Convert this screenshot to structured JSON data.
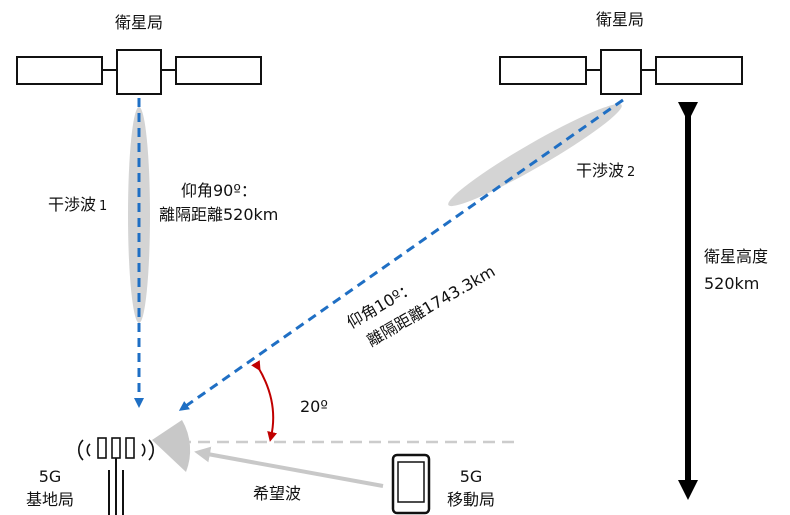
{
  "satellite_left": {
    "label": "衛星局"
  },
  "satellite_right": {
    "label": "衛星局"
  },
  "interference_1": {
    "label": "干渉波",
    "index": "1",
    "angle_line1": "仰角90º：",
    "angle_line2": "離隔距離520km"
  },
  "interference_2": {
    "label": "干渉波",
    "index": "2",
    "angle_line1": "仰角10º：",
    "angle_line2": "離隔距離1743.3km"
  },
  "altitude": {
    "line1": "衛星高度",
    "line2": "520km"
  },
  "angle_marker": {
    "label": "20º"
  },
  "base_station": {
    "line1": "5G",
    "line2": "基地局"
  },
  "mobile_station": {
    "line1": "5G",
    "line2": "移動局"
  },
  "desired_wave": {
    "label": "希望波"
  },
  "colors": {
    "interference": "#1f6fc4",
    "angle_arc": "#c00000",
    "beam": "#d4d4d4",
    "desired": "#c8c8c8"
  }
}
